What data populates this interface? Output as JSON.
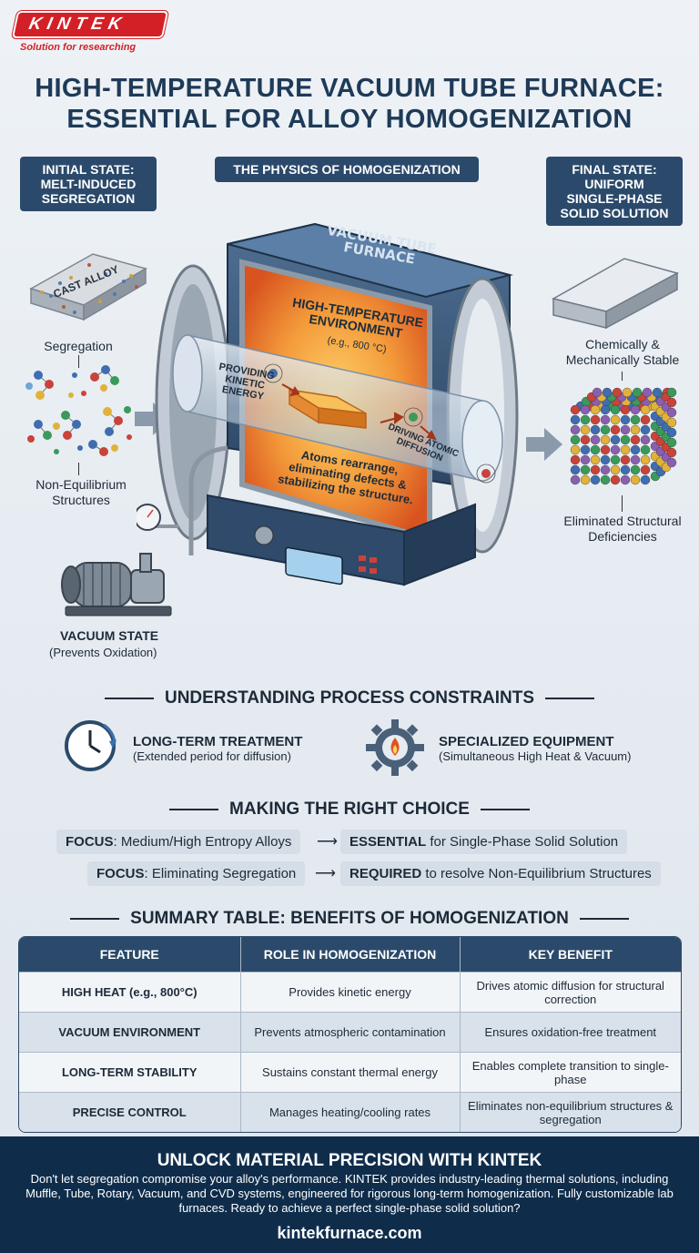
{
  "logo": {
    "brand": "KINTEK",
    "tagline": "Solution for researching"
  },
  "title": {
    "line1": "HIGH-TEMPERATURE VACUUM TUBE FURNACE:",
    "line2": "ESSENTIAL FOR ALLOY HOMOGENIZATION"
  },
  "pills": {
    "initial": [
      "INITIAL STATE:",
      "MELT-INDUCED",
      "SEGREGATION"
    ],
    "physics": "THE PHYSICS OF HOMOGENIZATION",
    "final": [
      "FINAL STATE:",
      "UNIFORM",
      "SINGLE-PHASE",
      "SOLID SOLUTION"
    ]
  },
  "left": {
    "cast_alloy": "CAST ALLOY",
    "segregation": "Segregation",
    "non_equilibrium": [
      "Non-Equilibrium",
      "Structures"
    ],
    "vacuum_state": "VACUUM STATE",
    "vacuum_sub": "(Prevents Oxidation)"
  },
  "furnace": {
    "title": [
      "VACUUM TUBE",
      "FURNACE"
    ],
    "environment": [
      "HIGH-TEMPERATURE",
      "ENVIRONMENT"
    ],
    "environment_sub": "(e.g., 800 °C)",
    "kinetic": [
      "PROVIDING",
      "KINETIC",
      "ENERGY"
    ],
    "driving": [
      "DRIVING ATOMIC",
      "DIFFUSION"
    ],
    "atoms": [
      "Atoms rearrange,",
      "eliminating defects &",
      "stabilizing the structure."
    ]
  },
  "right": {
    "stable": [
      "Chemically &",
      "Mechanically Stable"
    ],
    "eliminated": [
      "Eliminated Structural",
      "Deficiencies"
    ]
  },
  "constraints": {
    "heading": "UNDERSTANDING PROCESS CONSTRAINTS",
    "items": [
      {
        "icon": "clock-icon",
        "title": "LONG-TERM TREATMENT",
        "sub": "(Extended period for diffusion)"
      },
      {
        "icon": "gear-flame-icon",
        "title": "SPECIALIZED EQUIPMENT",
        "sub": "(Simultaneous High Heat & Vacuum)"
      }
    ]
  },
  "choice": {
    "heading": "MAKING THE RIGHT CHOICE",
    "rows": [
      {
        "focus_kw": "FOCUS",
        "focus": ": Medium/High Entropy Alloys",
        "result_kw": "ESSENTIAL",
        "result": " for Single-Phase Solid Solution"
      },
      {
        "focus_kw": "FOCUS",
        "focus": ": Eliminating Segregation",
        "result_kw": "REQUIRED",
        "result": " to resolve Non-Equilibrium Structures"
      }
    ]
  },
  "summary": {
    "heading": "SUMMARY TABLE: BENEFITS OF HOMOGENIZATION",
    "columns": [
      "FEATURE",
      "ROLE IN HOMOGENIZATION",
      "KEY BENEFIT"
    ],
    "rows": [
      [
        "HIGH HEAT (e.g., 800°C)",
        "Provides kinetic energy",
        "Drives atomic diffusion for structural correction"
      ],
      [
        "VACUUM ENVIRONMENT",
        "Prevents atmospheric contamination",
        "Ensures oxidation-free treatment"
      ],
      [
        "LONG-TERM STABILITY",
        "Sustains constant thermal energy",
        "Enables complete transition to single-phase"
      ],
      [
        "PRECISE CONTROL",
        "Manages heating/cooling rates",
        "Eliminates non-equilibrium structures & segregation"
      ]
    ]
  },
  "footer": {
    "title": "UNLOCK MATERIAL PRECISION WITH KINTEK",
    "body": "Don't let segregation compromise your alloy's performance. KINTEK provides industry-leading thermal solutions, including Muffle, Tube, Rotary, Vacuum, and CVD systems, engineered for rigorous long-term homogenization. Fully customizable lab furnaces. Ready to achieve a perfect single-phase solid solution?",
    "url": "kintekfurnace.com"
  },
  "colors": {
    "navy": "#2b4a6b",
    "brand_red": "#d32027",
    "footer": "#0f2d4b",
    "heat": "#f07a2a"
  }
}
